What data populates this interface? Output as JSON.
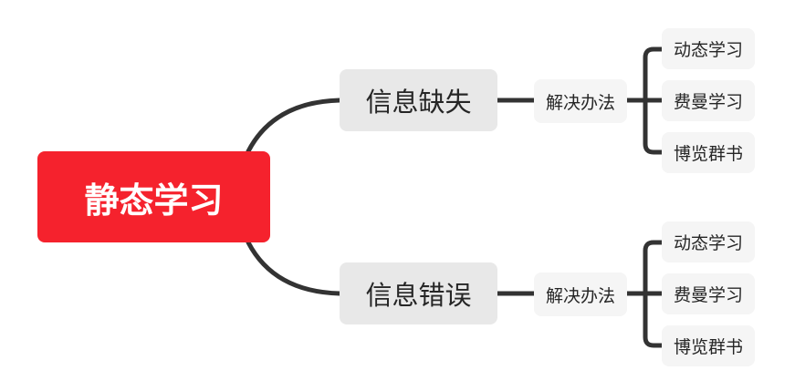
{
  "root": {
    "label": "静态学习"
  },
  "branches": [
    {
      "label": "信息缺失",
      "method": "解决办法",
      "leaves": [
        "动态学习",
        "费曼学习",
        "博览群书"
      ]
    },
    {
      "label": "信息错误",
      "method": "解决办法",
      "leaves": [
        "动态学习",
        "费曼学习",
        "博览群书"
      ]
    }
  ],
  "colors": {
    "root_fill": "#f5222d",
    "main_fill": "#e8e8e8",
    "leaf_fill": "#f5f5f5",
    "connector": "#333333"
  }
}
